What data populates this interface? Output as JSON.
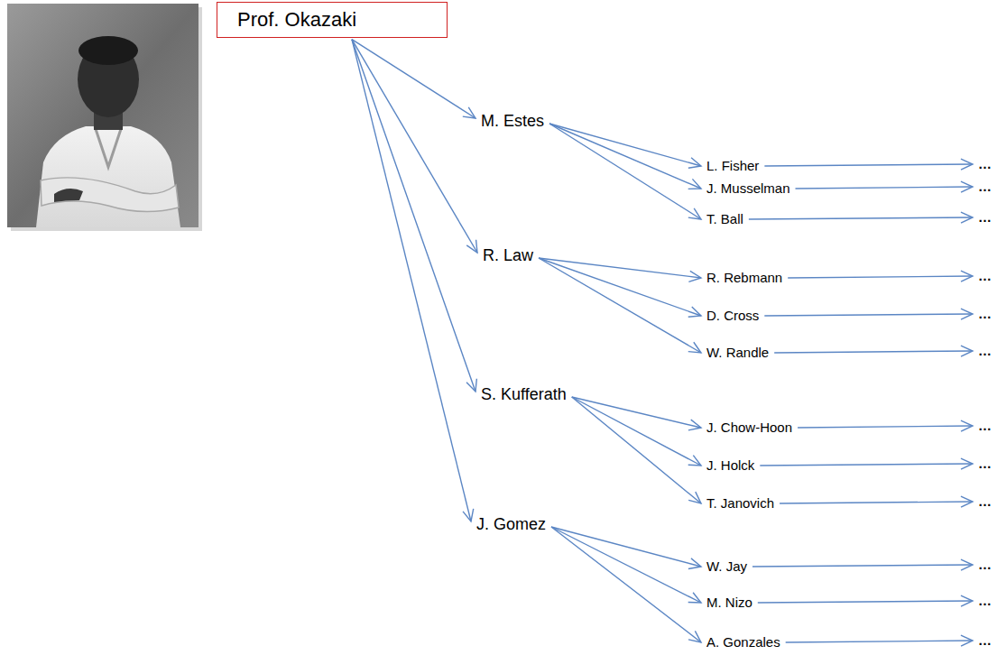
{
  "diagram": {
    "nodes": [
      {
        "text": [
          "Prof. Okazaki"
        ]
      },
      {
        "text": [
          "M. Estes"
        ]
      },
      {
        "text": [
          "L. Fisher"
        ]
      },
      {
        "text": [
          "…"
        ]
      },
      {
        "text": [
          "J. Musselman"
        ]
      },
      {
        "text": [
          "…"
        ]
      },
      {
        "text": [
          "T. Ball"
        ]
      },
      {
        "text": [
          "…"
        ]
      },
      {
        "text": [
          "R. Law"
        ]
      },
      {
        "text": [
          "R. Rebmann"
        ]
      },
      {
        "text": [
          "…"
        ]
      },
      {
        "text": [
          "D. Cross"
        ]
      },
      {
        "text": [
          "…"
        ]
      },
      {
        "text": [
          "W. Randle"
        ]
      },
      {
        "text": [
          "…"
        ]
      },
      {
        "text": [
          "S. Kufferath"
        ]
      },
      {
        "text": [
          "J. Chow-Hoon"
        ]
      },
      {
        "text": [
          "…"
        ]
      },
      {
        "text": [
          "J. Holck"
        ]
      },
      {
        "text": [
          "…"
        ]
      },
      {
        "text": [
          "T. Janovich"
        ]
      },
      {
        "text": [
          "…"
        ]
      },
      {
        "text": [
          "J. Gomez"
        ]
      },
      {
        "text": [
          "W. Jay"
        ]
      },
      {
        "text": [
          "…"
        ]
      },
      {
        "text": [
          "M. Nizo"
        ]
      },
      {
        "text": [
          "…"
        ]
      },
      {
        "text": [
          "A. Gonzales"
        ]
      },
      {
        "text": [
          "…"
        ]
      }
    ],
    "edges": [
      {
        "from": 0,
        "to": 1,
        "arrow": "to"
      },
      {
        "from": 0,
        "to": 8,
        "arrow": "to"
      },
      {
        "from": 0,
        "to": 15,
        "arrow": "to"
      },
      {
        "from": 0,
        "to": 22,
        "arrow": "to"
      },
      {
        "from": 1,
        "to": 2,
        "arrow": "to"
      },
      {
        "from": 1,
        "to": 4,
        "arrow": "to"
      },
      {
        "from": 1,
        "to": 6,
        "arrow": "to"
      },
      {
        "from": 2,
        "to": 3,
        "arrow": "to"
      },
      {
        "from": 4,
        "to": 5,
        "arrow": "to"
      },
      {
        "from": 6,
        "to": 7,
        "arrow": "to"
      },
      {
        "from": 8,
        "to": 9,
        "arrow": "to"
      },
      {
        "from": 8,
        "to": 11,
        "arrow": "to"
      },
      {
        "from": 8,
        "to": 13,
        "arrow": "to"
      },
      {
        "from": 9,
        "to": 10,
        "arrow": "to"
      },
      {
        "from": 11,
        "to": 12,
        "arrow": "to"
      },
      {
        "from": 13,
        "to": 14,
        "arrow": "to"
      },
      {
        "from": 15,
        "to": 16,
        "arrow": "to"
      },
      {
        "from": 15,
        "to": 18,
        "arrow": "to"
      },
      {
        "from": 15,
        "to": 20,
        "arrow": "to"
      },
      {
        "from": 16,
        "to": 17,
        "arrow": "to"
      },
      {
        "from": 18,
        "to": 19,
        "arrow": "to"
      },
      {
        "from": 20,
        "to": 21,
        "arrow": "to"
      },
      {
        "from": 22,
        "to": 23,
        "arrow": "to"
      },
      {
        "from": 22,
        "to": 25,
        "arrow": "to"
      },
      {
        "from": 22,
        "to": 27,
        "arrow": "to"
      },
      {
        "from": 23,
        "to": 24,
        "arrow": "to"
      },
      {
        "from": 25,
        "to": 26,
        "arrow": "to"
      },
      {
        "from": 27,
        "to": 28,
        "arrow": "to"
      }
    ]
  }
}
